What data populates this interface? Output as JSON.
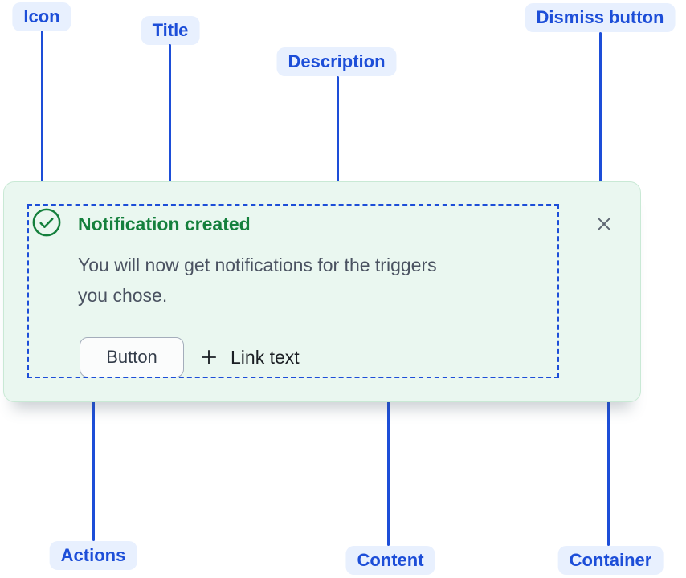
{
  "diagram": {
    "labels": {
      "icon": "Icon",
      "title": "Title",
      "description": "Description",
      "dismiss": "Dismiss button",
      "actions": "Actions",
      "content": "Content",
      "container": "Container"
    }
  },
  "notification": {
    "title": "Notification created",
    "description_lines": [
      "You will now get notifications for the triggers",
      "you chose."
    ],
    "button_label": "Button",
    "link_label": "Link text"
  },
  "icons": {
    "status": "check-circle-icon",
    "link_prefix": "plus-icon",
    "dismiss": "x-icon"
  },
  "colors": {
    "accent_blue": "#1D4ED8",
    "label_bg": "#E8F0FE",
    "card_bg": "#EAF7F0",
    "card_border": "#C9E9D5",
    "success_green": "#15803D",
    "description_text": "#4A5261",
    "dismiss_gray": "#5E6673",
    "button_text": "#333C49",
    "button_border": "#A4ADBB",
    "link_text": "#1B1F24"
  }
}
